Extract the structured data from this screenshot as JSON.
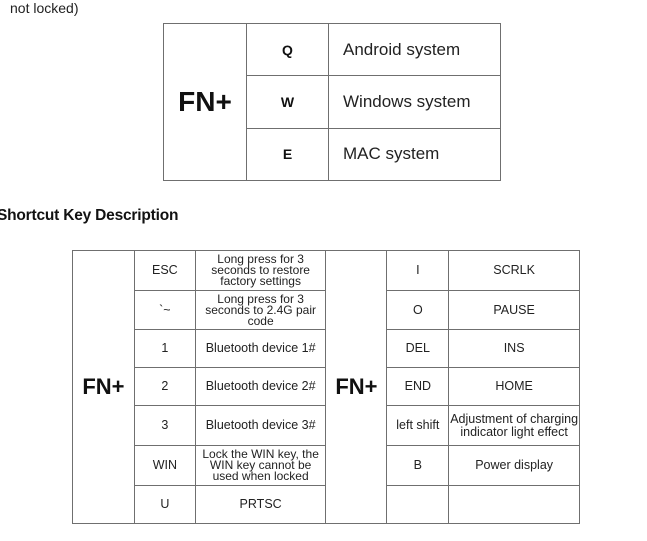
{
  "top_note": "not locked)",
  "os_table": {
    "fn_label": "FN+",
    "rows": [
      {
        "key": "Q",
        "desc": "Android system"
      },
      {
        "key": "W",
        "desc": "Windows system"
      },
      {
        "key": "E",
        "desc": "MAC system"
      }
    ]
  },
  "section_title": "Shortcut Key Description",
  "shortcut_table": {
    "fn_label_left": "FN+",
    "fn_label_right": "FN+",
    "left_rows": [
      {
        "key": "ESC",
        "desc": "Long press for 3 seconds to restore factory settings"
      },
      {
        "key": "`~",
        "desc": "Long press for 3 seconds to 2.4G pair code"
      },
      {
        "key": "1",
        "desc": "Bluetooth device 1#"
      },
      {
        "key": "2",
        "desc": "Bluetooth device 2#"
      },
      {
        "key": "3",
        "desc": "Bluetooth device 3#"
      },
      {
        "key": "WIN",
        "desc": "Lock the WIN key, the WIN key cannot be used when locked"
      },
      {
        "key": "U",
        "desc": "PRTSC"
      }
    ],
    "right_rows": [
      {
        "key": "I",
        "desc": "SCRLK"
      },
      {
        "key": "O",
        "desc": "PAUSE"
      },
      {
        "key": "DEL",
        "desc": "INS"
      },
      {
        "key": "END",
        "desc": "HOME"
      },
      {
        "key": "left shift",
        "desc": "Adjustment of charging indicator light effect"
      },
      {
        "key": "B",
        "desc": "Power display"
      },
      {
        "key": "",
        "desc": ""
      }
    ]
  }
}
